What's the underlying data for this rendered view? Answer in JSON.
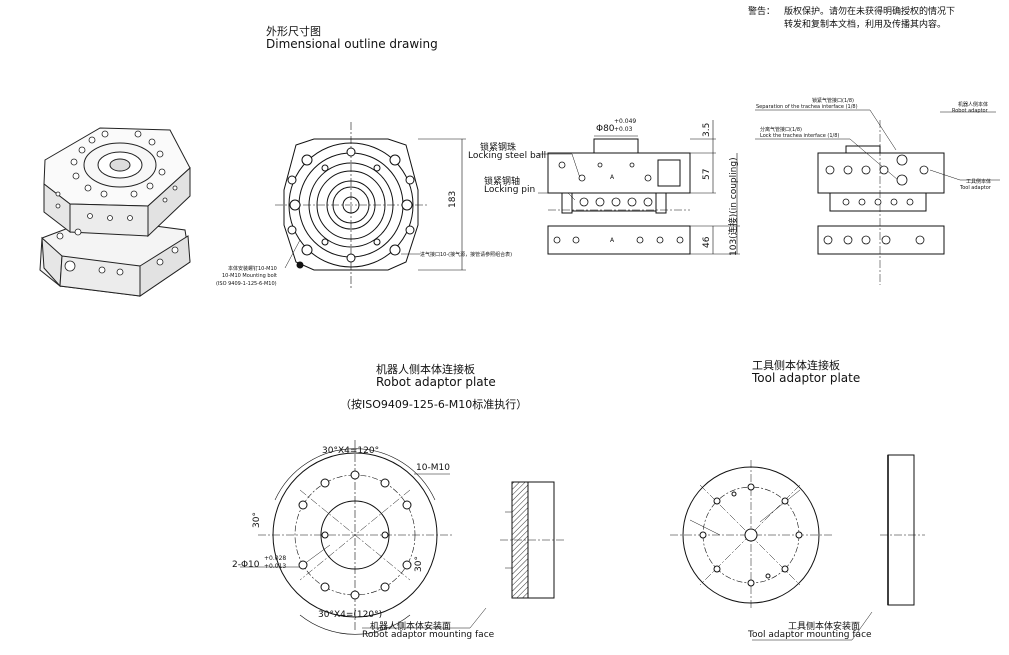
{
  "warning": {
    "label": "警告：",
    "line1": "版权保护。请勿在未获得明确授权的情况下",
    "line2": "转发和复制本文档，利用及传播其内容。"
  },
  "outline": {
    "title_cn": "外形尺寸图",
    "title_en": "Dimensional outline drawing",
    "bolt_cn": "本体安装螺钉10-M10",
    "bolt_en": "10-M10 Mounting bolt",
    "bolt_std": "(ISO 9409-1-125-6-M10)",
    "dim_183": "183",
    "air_note": "进气接口10-(接气源，接管请参照组合表)",
    "dia80_main": "Φ80",
    "dia80_tol_up": "+0.049",
    "dia80_tol_dn": "+0.03",
    "dim_3_5": "3.5",
    "dim_57": "57",
    "dim_46": "46",
    "dim_103": "103(连接)(in coupling)",
    "ball_cn": "锁紧钢珠",
    "ball_en": "Locking steel ball",
    "pin_cn": "锁紧钢轴",
    "pin_en": "Locking pin",
    "sep_cn": "锁紧气管接口(1/8)",
    "sep_en": "Separation of the trachea interface (1/8)",
    "lock_cn": "分离气管接口(1/8)",
    "lock_en": "Lock the trachea interface (1/8)",
    "robot_body_cn": "机器人侧本体",
    "robot_body_en": "Robot adaptor",
    "tool_body_cn": "工具侧本体",
    "tool_body_en": "Tool adaptor",
    "marker_a": "A"
  },
  "robot_plate": {
    "title_cn": "机器人侧本体连接板",
    "title_en": "Robot adaptor plate",
    "std": "（按ISO9409-125-6-M10标准执行）",
    "angle_top": "30°X4=120°",
    "angle_bottom": "30°X4=(120°)",
    "angle_30_left": "30°",
    "angle_30_right": "30°",
    "thread": "10-M10",
    "pin_holes": "2-Φ10",
    "pin_tol_up": "+0.028",
    "pin_tol_dn": "+0.013",
    "face_cn": "机器人侧本体安装面",
    "face_en": "Robot adaptor mounting face"
  },
  "tool_plate": {
    "title_cn": "工具侧本体连接板",
    "title_en": "Tool adaptor plate",
    "face_cn": "工具侧本体安装面",
    "face_en": "Tool adaptor mounting face"
  }
}
